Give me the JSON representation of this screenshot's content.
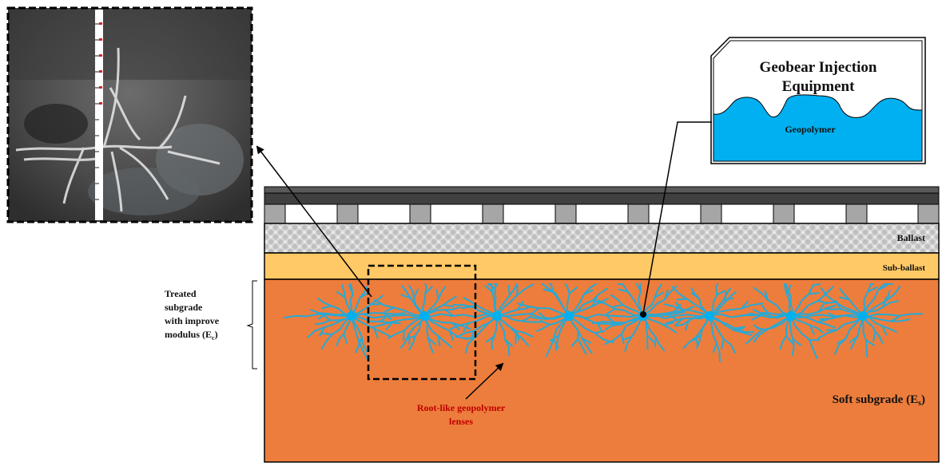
{
  "equipment": {
    "title_line1": "Geobear Injection",
    "title_line2": "Equipment",
    "fluid_label": "Geopolymer"
  },
  "layers": {
    "ballast": "Ballast",
    "subballast": "Sub-ballast",
    "soft_subgrade": "Soft subgrade (E",
    "soft_subgrade_sub": "s",
    "soft_subgrade_close": ")"
  },
  "side_label": {
    "line1": "Treated",
    "line2": "subgrade",
    "line3": "with improve",
    "line4": "modulus (E",
    "line4_sub": "c",
    "line4_close": ")"
  },
  "lenses_label": {
    "line1": "Root-like geopolymer",
    "line2": "lenses"
  },
  "colors": {
    "subgrade": "#ED7D3C",
    "subballast": "#FFC966",
    "geopolymer": "#00B0F0",
    "roots": "#27A9D6",
    "rail": "#4D4D4D",
    "sleeper": "#A6A6A6"
  },
  "photo": {
    "description_icon": "field-excavation-photo"
  }
}
